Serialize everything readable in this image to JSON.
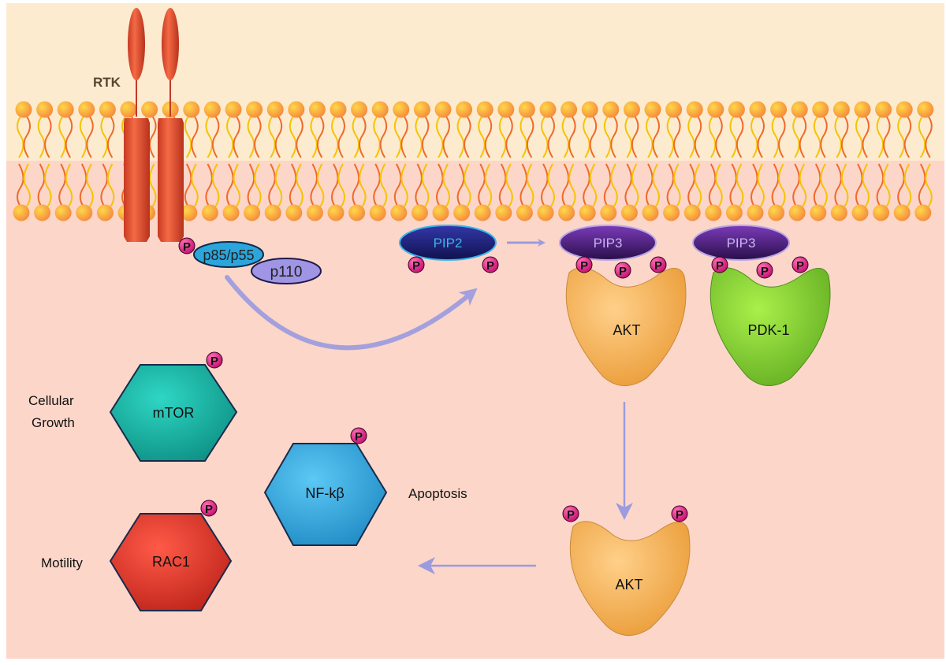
{
  "labels": {
    "rtk": "RTK",
    "p85": "p85/p55",
    "p110": "p110",
    "pip2": "PIP2",
    "pip3_akt": "PIP3",
    "pip3_pdk": "PIP3",
    "akt_top": "AKT",
    "pdk1": "PDK-1",
    "akt_bottom": "AKT",
    "mtor": "mTOR",
    "nfkb": "NF-kβ",
    "rac1": "RAC1",
    "phospho": "P",
    "cellular_growth_1": "Cellular",
    "cellular_growth_2": "Growth",
    "apoptosis": "Apoptosis",
    "motility": "Motility"
  },
  "colors": {
    "extracellular": "#fdebd0",
    "cytoplasm": "#fcd6c9",
    "rtk": "#f0583a",
    "lipid_head": "#fbb040",
    "phospho": "#e6167e",
    "pip2": "#26288a",
    "pip3": "#4a1d7a",
    "akt": "#f7b65a",
    "pdk1": "#8ed63c",
    "mtor": "#12b7a6",
    "nfkb": "#36a9e1",
    "rac1": "#e8352b",
    "arrow": "#9b9be0",
    "p85": "#2aa6dd",
    "p110": "#9f95e4"
  }
}
